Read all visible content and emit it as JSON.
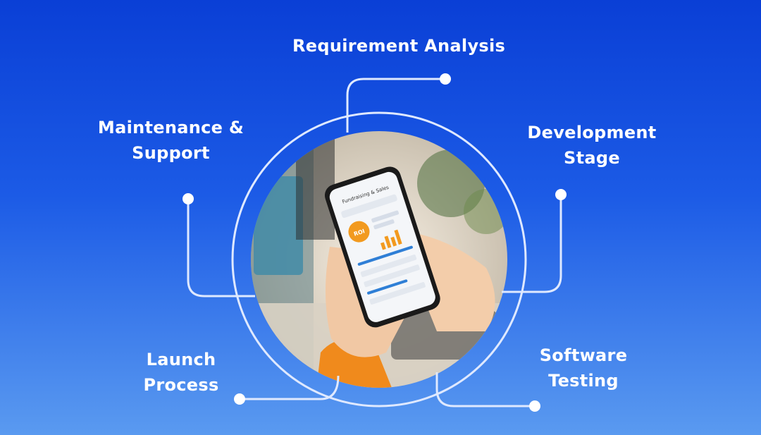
{
  "stages": {
    "requirement": {
      "line1": "Requirement Analysis"
    },
    "maintenance": {
      "line1": "Maintenance &",
      "line2": "Support"
    },
    "development": {
      "line1": "Development",
      "line2": "Stage"
    },
    "launch": {
      "line1": "Launch",
      "line2": "Process"
    },
    "testing": {
      "line1": "Software",
      "line2": "Testing"
    }
  },
  "phone": {
    "app_title": "Fundraising & Sales",
    "badge_text": "ROI"
  },
  "colors": {
    "background_top": "#0a3fd6",
    "background_bottom": "#5a9af0",
    "connector": "#dfe9ff",
    "accent_orange": "#f29a1f"
  }
}
